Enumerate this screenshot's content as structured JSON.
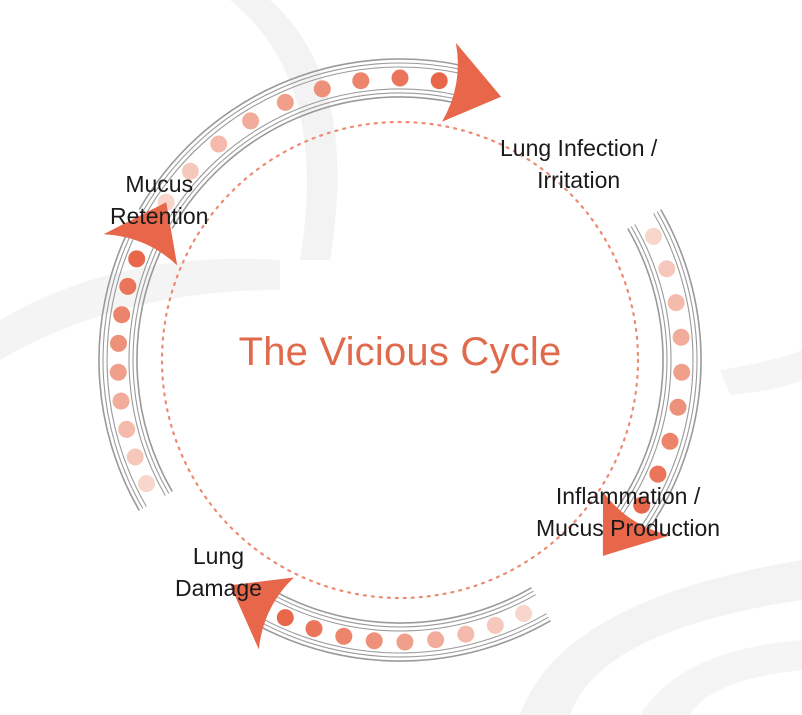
{
  "title": "The Vicious Cycle",
  "stages": [
    {
      "id": "infection",
      "lines": [
        "Lung Infection /",
        "Irritation"
      ]
    },
    {
      "id": "inflammation",
      "lines": [
        "Inflammation /",
        "Mucus Production"
      ]
    },
    {
      "id": "damage",
      "lines": [
        "Lung",
        "Damage"
      ]
    },
    {
      "id": "retention",
      "lines": [
        "Mucus",
        "Retention"
      ]
    }
  ],
  "colors": {
    "accent": "#e8674a",
    "tube_line": "#9a9a9a",
    "dotted_ring": "#ec8b72",
    "dot_dark": "#e8674a",
    "dot_light": "#f8d6cc",
    "background_band": "#f3f3f3"
  },
  "icons": {
    "arrowhead": "curved-arrowhead-icon"
  }
}
